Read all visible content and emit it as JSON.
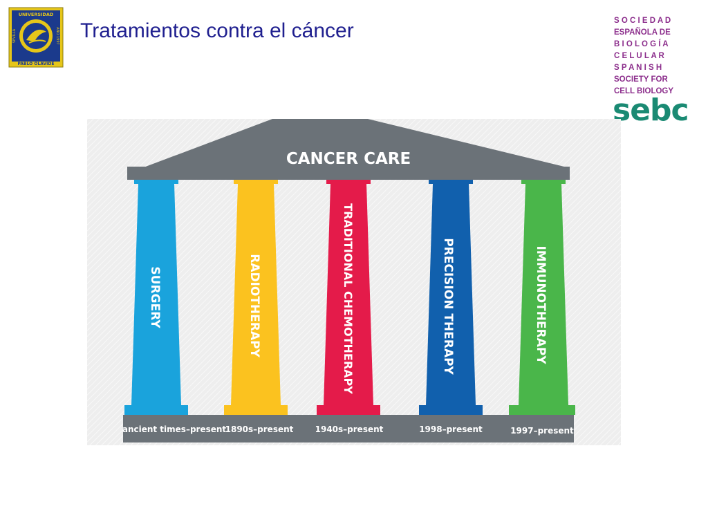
{
  "slide": {
    "title": "Tratamientos contra el cáncer"
  },
  "university_logo": {
    "top_text": "UNIVERSIDAD",
    "left_text": "SEVILLA",
    "right_text": "AÑO 1997",
    "bottom_text": "PABLO OLAVIDE",
    "color": "#1b3a8c",
    "accent": "#e6c619"
  },
  "society_logo": {
    "lines": [
      "S O C I E D A D",
      "ESPAÑOLA DE",
      "B I O L O G Í A",
      "C E L U L A R",
      "S P A N I S H",
      "SOCIETY FOR",
      "CELL BIOLOGY"
    ],
    "wordmark": "sebc",
    "text_color": "#8c2e8c",
    "wordmark_color": "#1a8a73"
  },
  "diagram": {
    "roof_label": "CANCER CARE",
    "roof_color": "#6b7278",
    "base_color": "#6b7278",
    "background_color": "#eeeeee",
    "pillars": [
      {
        "label": "SURGERY",
        "period": "ancient times–present",
        "color": "#1aa3dc"
      },
      {
        "label": "RADIOTHERAPY",
        "period": "1890s–present",
        "color": "#fbc21f"
      },
      {
        "label": "TRADITIONAL CHEMOTHERAPY",
        "period": "1940s–present",
        "color": "#e41b4a"
      },
      {
        "label": "PRECISION THERAPY",
        "period": "1998–present",
        "color": "#1160ad"
      },
      {
        "label": "IMMUNOTHERAPY",
        "period": "1997–present",
        "color": "#4ab64a"
      }
    ]
  }
}
